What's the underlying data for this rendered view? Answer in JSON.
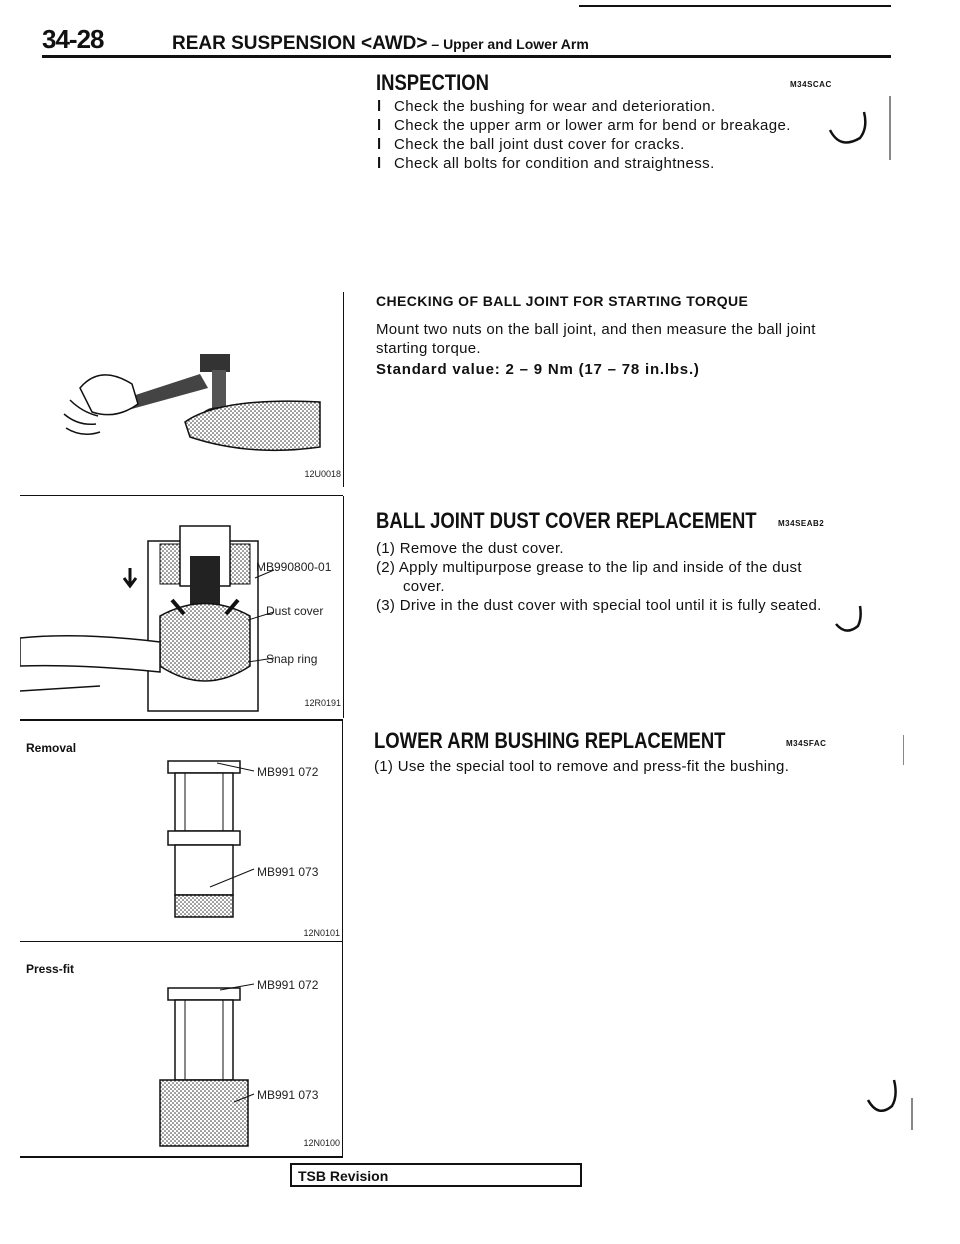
{
  "header": {
    "page_number": "34-28",
    "title_main": "REAR SUSPENSION <AWD>",
    "title_sub": " – Upper and Lower Arm"
  },
  "inspection": {
    "heading": "INSPECTION",
    "code": "M34SCAC",
    "items": [
      "Check the bushing for wear and deterioration.",
      "Check the upper arm or lower arm for bend or breakage.",
      "Check the ball joint dust cover for cracks.",
      "Check all bolts for condition and straightness."
    ]
  },
  "starting_torque": {
    "heading": "CHECKING OF BALL JOINT FOR STARTING TORQUE",
    "text": "Mount two nuts on the ball joint, and then measure the ball joint starting torque.",
    "standard_value": "Standard value: 2 – 9 Nm (17 – 78 in.lbs.)"
  },
  "dust_cover": {
    "heading": "BALL JOINT DUST COVER REPLACEMENT",
    "code": "M34SEAB2",
    "steps": [
      "(1) Remove the dust cover.",
      "(2) Apply multipurpose grease to the lip and inside of the dust cover.",
      "(3) Drive in the dust cover with special tool until it is fully seated."
    ]
  },
  "bushing": {
    "heading": "LOWER ARM BUSHING REPLACEMENT",
    "code": "M34SFAC",
    "steps": [
      "(1) Use the special tool to remove and press-fit the bushing."
    ]
  },
  "figures": {
    "fig1": {
      "code": "12U0018"
    },
    "fig2": {
      "tool": "MB990800-01",
      "dust_cover": "Dust cover",
      "snap_ring": "Snap ring",
      "code": "12R0191"
    },
    "fig3": {
      "caption": "Removal",
      "tool_upper": "MB991 072",
      "tool_lower": "MB991 073",
      "code": "12N0101"
    },
    "fig4": {
      "caption": "Press-fit",
      "tool_upper": "MB991 072",
      "tool_lower": "MB991 073",
      "code": "12N0100"
    }
  },
  "footer": {
    "tsb_label": "TSB Revision"
  }
}
